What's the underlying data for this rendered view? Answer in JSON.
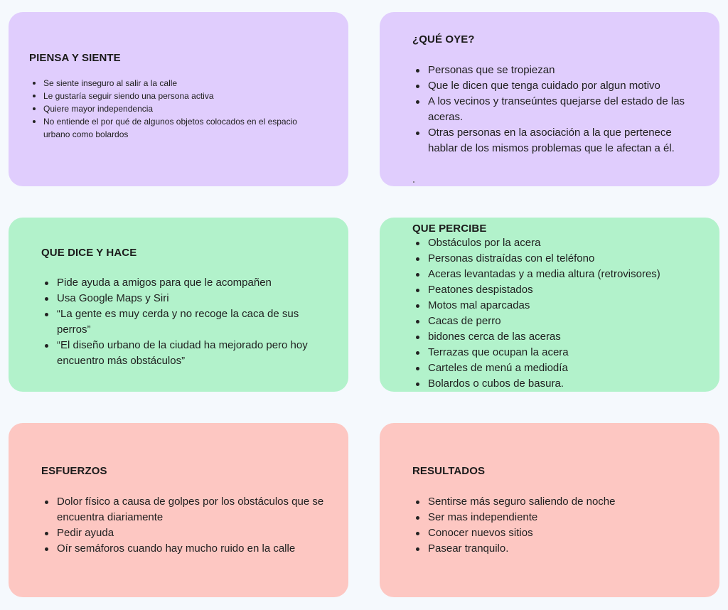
{
  "cards": [
    {
      "title": "PIENSA Y SIENTE",
      "items": [
        "Se siente inseguro al salir a la calle",
        "Le gustaría seguir siendo una persona activa",
        "Quiere mayor independencia",
        "No entiende el por qué de algunos objetos colocados en el espacio urbano como bolardos"
      ]
    },
    {
      "title": "¿QUÉ OYE?",
      "items": [
        "Personas que se tropiezan",
        "Que le dicen que tenga cuidado por algun motivo",
        "A los vecinos y transeúntes quejarse del estado de las aceras.",
        "Otras personas en la asociación a la que pertenece hablar de los mismos problemas que le afectan a él."
      ]
    },
    {
      "title": "QUE DICE Y HACE",
      "items": [
        "Pide ayuda a amigos para que le acompañen",
        "Usa Google Maps y Siri",
        "“La gente es muy cerda y no recoge la caca de sus perros”",
        "“El diseño urbano de la ciudad ha mejorado pero hoy encuentro más obstáculos”"
      ]
    },
    {
      "title": "QUE PERCIBE",
      "items": [
        "Obstáculos por la acera",
        "Personas distraídas con el teléfono",
        "Aceras levantadas y a media altura (retrovisores)",
        "Peatones despistados",
        "Motos mal aparcadas",
        "Cacas de perro",
        "bidones cerca de las aceras",
        "Terrazas que ocupan la acera",
        "Carteles de menú a mediodía",
        "Bolardos o cubos de basura."
      ]
    },
    {
      "title": "ESFUERZOS",
      "items": [
        "Dolor físico a causa de golpes por los obstáculos que se encuentra diariamente",
        "Pedir ayuda",
        "Oír semáforos cuando hay mucho ruido en la calle"
      ]
    },
    {
      "title": "RESULTADOS",
      "items": [
        "Sentirse más seguro saliendo de noche",
        "Ser mas independiente",
        "Conocer nuevos sitios",
        "Pasear tranquilo."
      ]
    }
  ],
  "colors": {
    "background": "#f5f9fd",
    "purple": "#e0cdfd",
    "green": "#b2f2cb",
    "red": "#fdc7c2"
  }
}
